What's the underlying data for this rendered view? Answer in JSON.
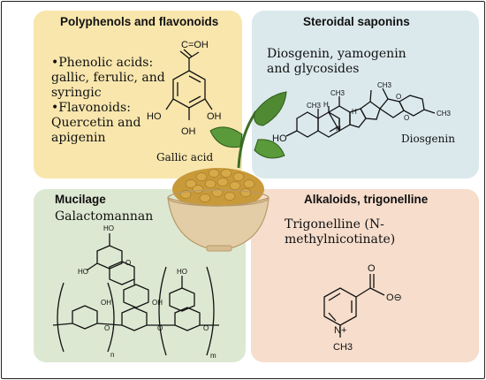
{
  "panels": {
    "polyphenols": {
      "title": "Polyphenols and flavonoids",
      "bullet1": "•Phenolic acids:",
      "bullet1_l2": "gallic, ferulic, and",
      "bullet1_l3": "syringic",
      "bullet2": "•Flavonoids:",
      "bullet2_l2": "Quercetin and",
      "bullet2_l3": "apigenin",
      "caption": "Gallic acid"
    },
    "saponins": {
      "title": "Steroidal saponins",
      "line1": "Diosgenin, yamogenin",
      "line2": "and glycosides",
      "caption": "Diosgenin"
    },
    "mucilage": {
      "title": "Mucilage",
      "subtitle": "Galactomannan"
    },
    "alkaloids": {
      "title": "Alkaloids, trigonelline",
      "line1": "Trigonelline (N-",
      "line2": "methylnicotinate)"
    }
  },
  "atoms": {
    "cooh": "C=OH",
    "ho": "HO",
    "oh": "OH",
    "h": "H",
    "ch3": "CH3",
    "o": "O",
    "n_plus": "N+",
    "o_minus": "O⊖",
    "sub_n": "n",
    "sub_m": "m"
  },
  "colors": {
    "polyphenols_bg": "#f8e6ad",
    "saponins_bg": "#dbe9ec",
    "mucilage_bg": "#dde8d2",
    "alkaloids_bg": "#f6ddcc",
    "leaf": "#4f8a32",
    "bowl": "#e3cda6",
    "seed": "#c99a3a"
  },
  "icons": [
    "fenugreek-bowl-icon",
    "leaf-icon"
  ]
}
